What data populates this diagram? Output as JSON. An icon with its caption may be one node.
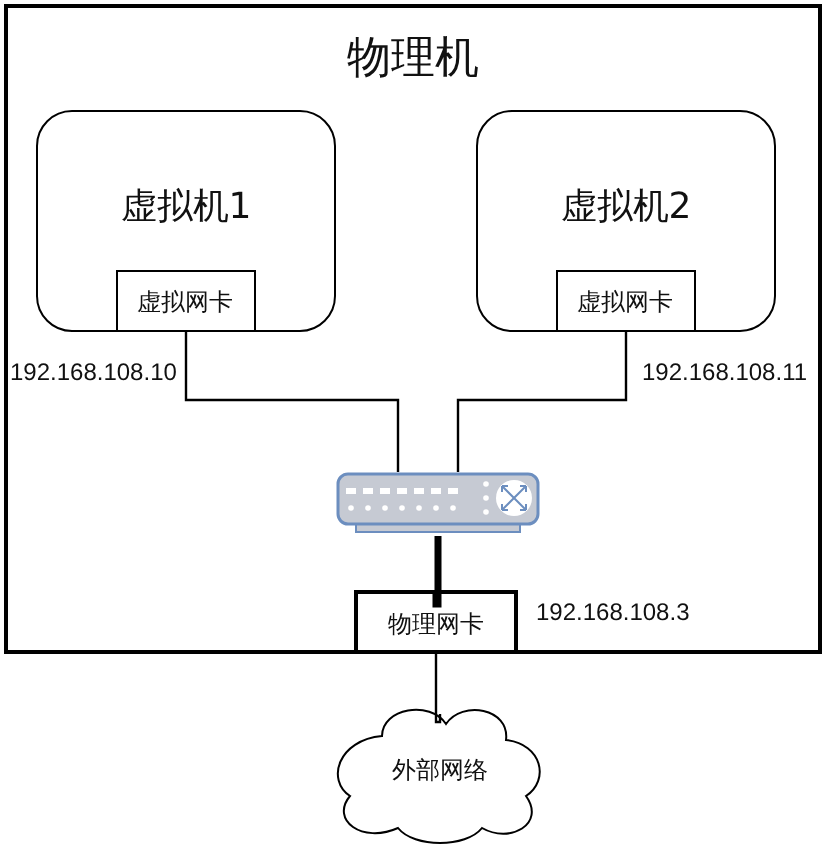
{
  "diagram": {
    "nodes": [
      {
        "text": [
          "物理机"
        ]
      },
      {
        "text": [
          "虚拟机1"
        ],
        "in": 0
      },
      {
        "text": [
          "虚拟网卡"
        ],
        "in": 1,
        "beside": [
          "192.168.108.10"
        ]
      },
      {
        "text": [
          "虚拟机2"
        ],
        "in": 0
      },
      {
        "text": [
          "虚拟网卡"
        ],
        "in": 3,
        "beside": [
          "192.168.108.11"
        ]
      },
      {
        "text": [],
        "shape": "picture",
        "in": 0
      },
      {
        "text": [
          "物理网卡"
        ],
        "in": 0,
        "beside": [
          "192.168.108.3"
        ]
      },
      {
        "text": [
          "外部网络"
        ]
      }
    ],
    "edges": [
      {
        "from": 2,
        "to": 5,
        "arrow": "none"
      },
      {
        "from": 4,
        "to": 5,
        "arrow": "none"
      },
      {
        "from": 5,
        "to": 6,
        "arrow": "none",
        "style": "thick"
      },
      {
        "from": 6,
        "to": 7,
        "arrow": "none"
      }
    ]
  }
}
